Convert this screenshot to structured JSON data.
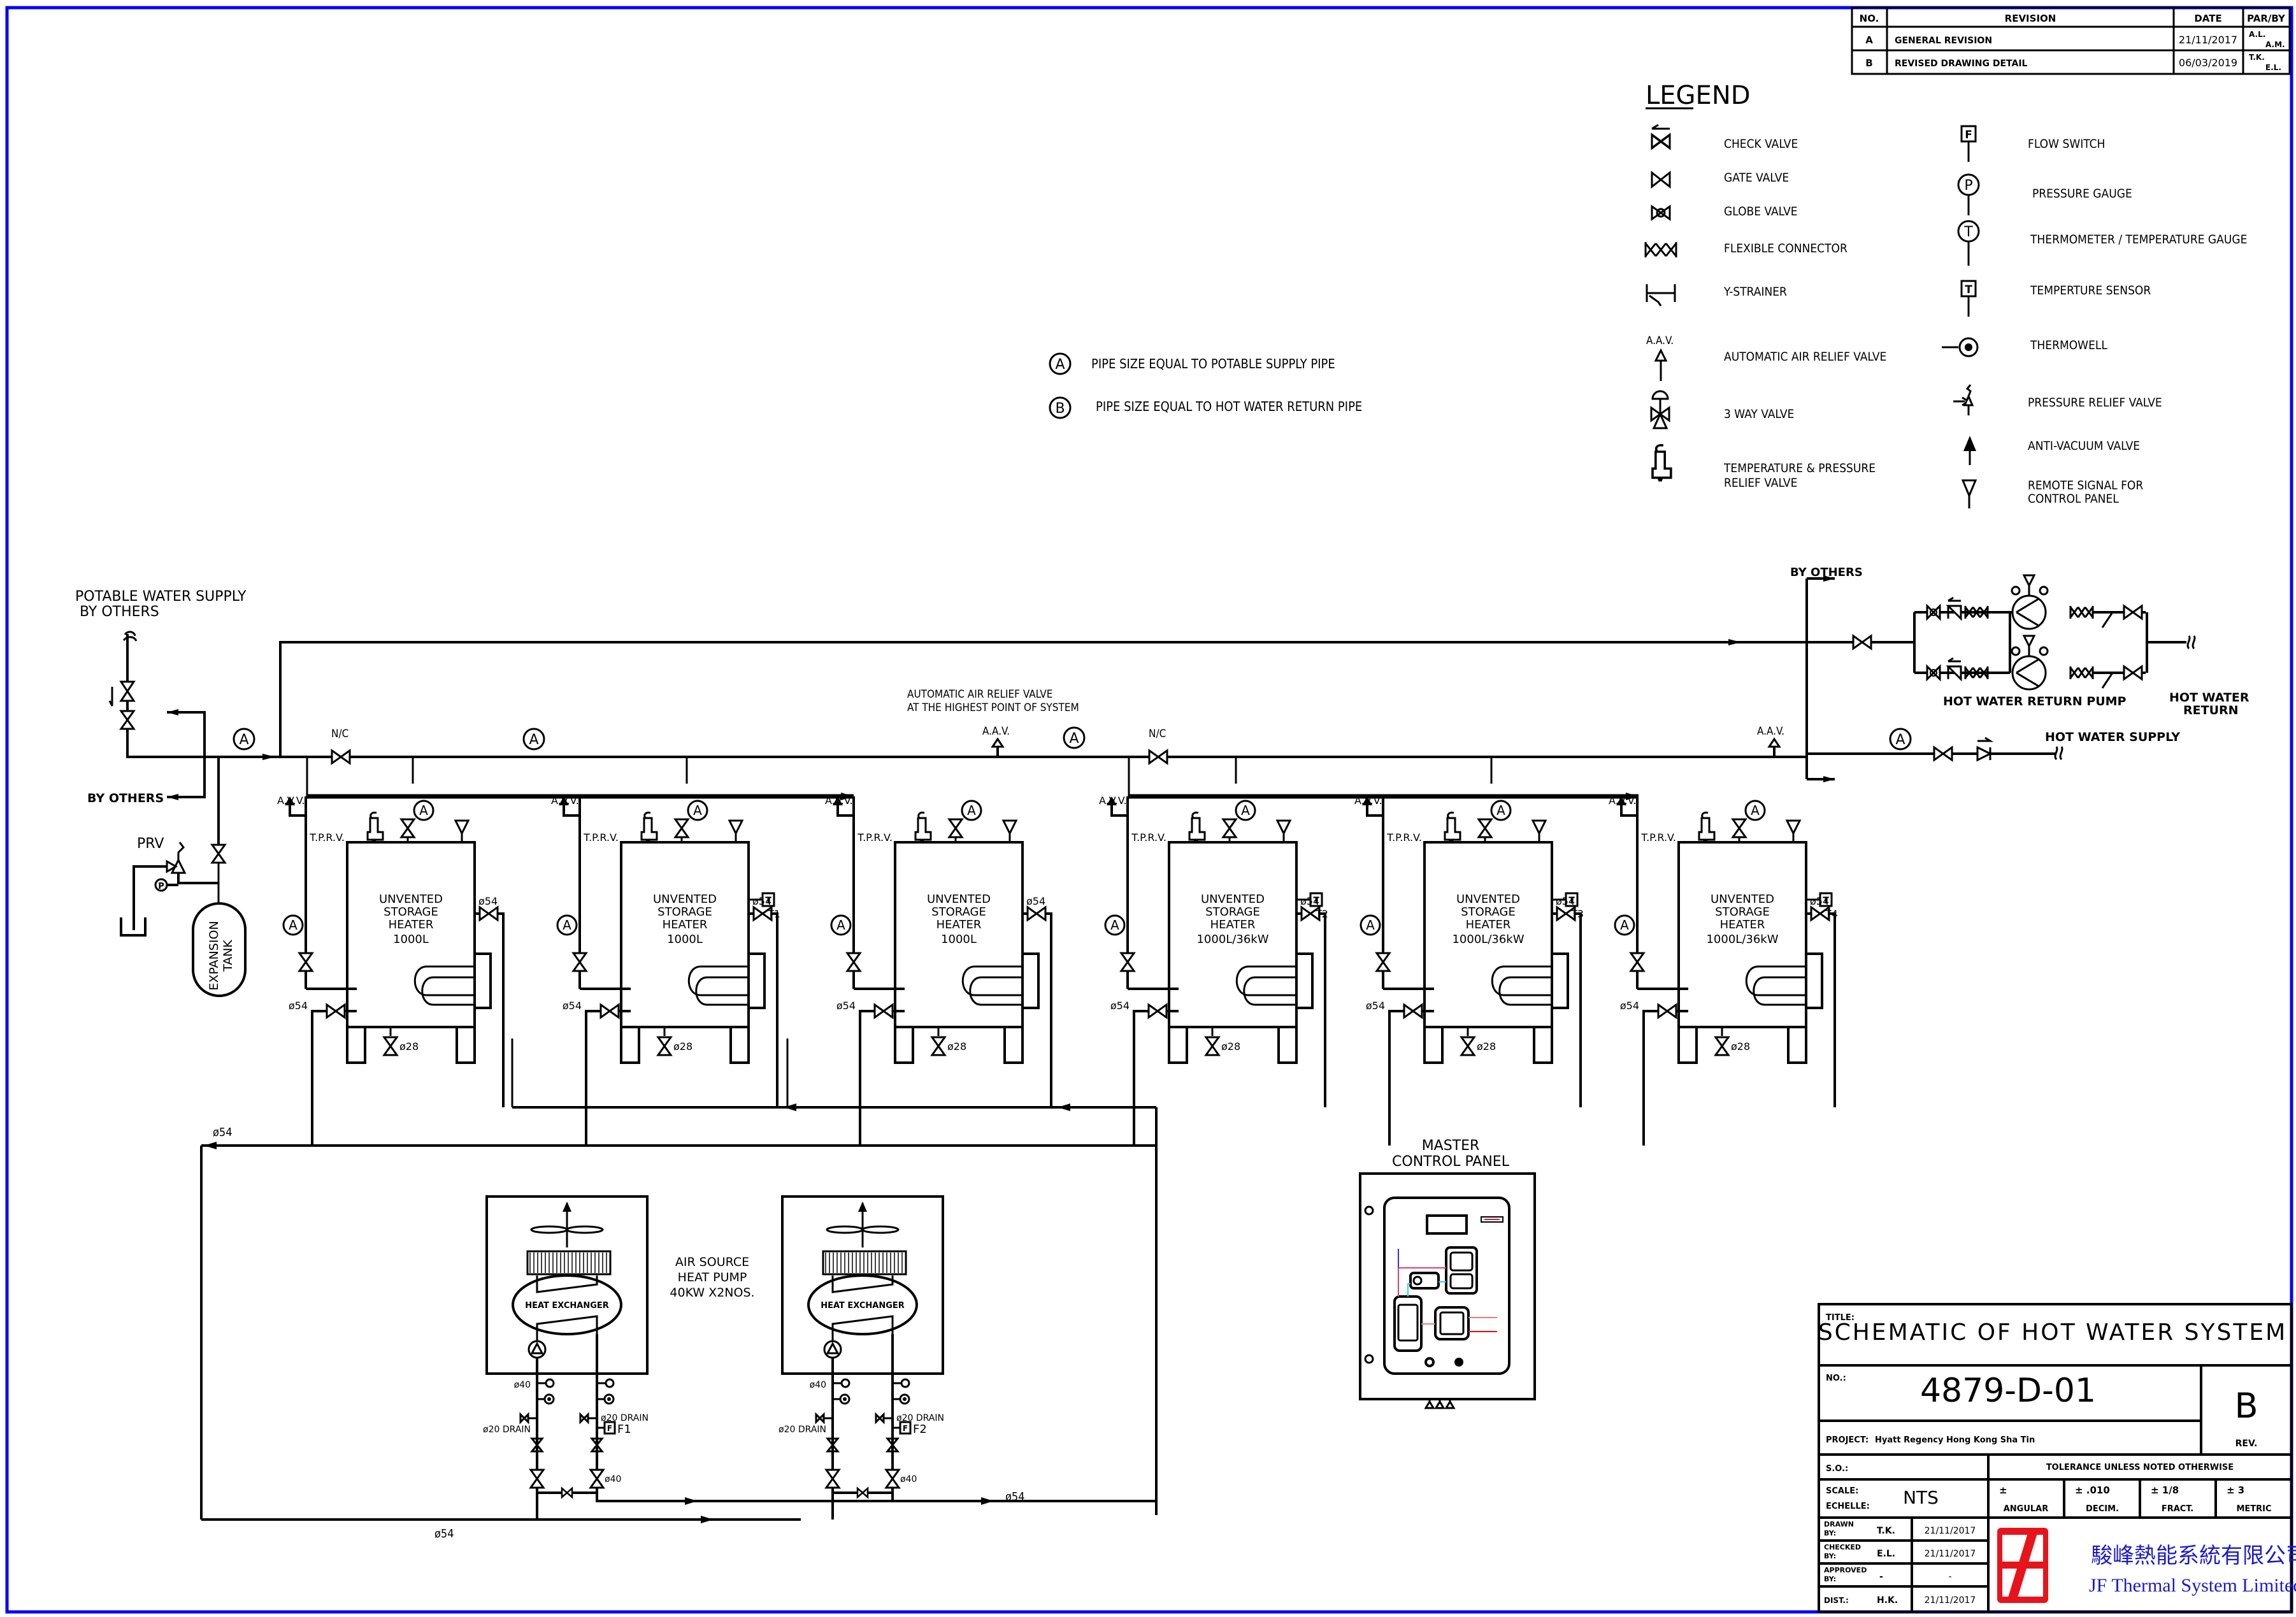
{
  "revision_table": {
    "headers": [
      "NO.",
      "REVISION",
      "DATE",
      "PAR/BY"
    ],
    "rows": [
      {
        "no": "A",
        "revision": "GENERAL REVISION",
        "date": "21/11/2017",
        "par": "A.L.",
        "by": "A.M."
      },
      {
        "no": "B",
        "revision": "REVISED DRAWING DETAIL",
        "date": "06/03/2019",
        "par": "T.K.",
        "by": "E.L."
      }
    ]
  },
  "legend": {
    "title": "LEGEND",
    "left": [
      {
        "icon": "check-valve",
        "label": "CHECK VALVE"
      },
      {
        "icon": "gate-valve",
        "label": "GATE VALVE"
      },
      {
        "icon": "globe-valve",
        "label": "GLOBE VALVE"
      },
      {
        "icon": "flexible-connector",
        "label": "FLEXIBLE CONNECTOR"
      },
      {
        "icon": "y-strainer",
        "label": "Y-STRAINER"
      },
      {
        "icon": "automatic-air-relief-valve",
        "label": "AUTOMATIC AIR RELIEF VALVE",
        "tag": "A.A.V."
      },
      {
        "icon": "3-way-valve",
        "label": "3 WAY VALVE"
      },
      {
        "icon": "tp-relief-valve",
        "label": "TEMPERATURE & PRESSURE",
        "label2": "RELIEF VALVE"
      }
    ],
    "right": [
      {
        "icon": "flow-switch",
        "label": "FLOW SWITCH",
        "glyph": "F"
      },
      {
        "icon": "pressure-gauge",
        "label": "PRESSURE GAUGE",
        "glyph": "P"
      },
      {
        "icon": "thermometer",
        "label": "THERMOMETER / TEMPERATURE GAUGE",
        "glyph": "T"
      },
      {
        "icon": "temperature-sensor",
        "label": "TEMPERTURE SENSOR",
        "glyph": "T"
      },
      {
        "icon": "thermowell",
        "label": "THERMOWELL"
      },
      {
        "icon": "pressure-relief-valve",
        "label": "PRESSURE RELIEF VALVE"
      },
      {
        "icon": "anti-vacuum-valve",
        "label": "ANTI-VACUUM VALVE"
      },
      {
        "icon": "remote-signal",
        "label": "REMOTE SIGNAL FOR",
        "label2": "CONTROL PANEL"
      }
    ]
  },
  "notes": {
    "a_symbol": "A",
    "a_text": "PIPE SIZE EQUAL TO POTABLE SUPPLY PIPE",
    "b_symbol": "B",
    "b_text": "PIPE SIZE EQUAL TO HOT WATER RETURN PIPE",
    "aav_note_1": "AUTOMATIC AIR RELIEF VALVE",
    "aav_note_2": "AT THE HIGHEST POINT OF SYSTEM"
  },
  "labels": {
    "potable_1": "POTABLE WATER SUPPLY",
    "potable_2": "BY OTHERS",
    "by_others": "BY OTHERS",
    "prv": "PRV",
    "expansion_1": "EXPANSION",
    "expansion_2": "TANK",
    "nc": "N/C",
    "aav": "A.A.V.",
    "avv": "A.V.V.",
    "tprv": "T.P.R.V.",
    "pipe_a": "A",
    "d54": "ø54",
    "d28": "ø28",
    "d40": "ø40",
    "d20_drain": "ø20 DRAIN",
    "hw_return_pump": "HOT WATER RETURN PUMP",
    "hw_return_1": "HOT WATER",
    "hw_return_2": "RETURN",
    "hw_supply": "HOT WATER SUPPLY",
    "heat_exchanger": "HEAT EXCHANGER",
    "ashp_1": "AIR SOURCE",
    "ashp_2": "HEAT PUMP",
    "ashp_3": "40KW X2NOS.",
    "mcp_1": "MASTER",
    "mcp_2": "CONTROL PANEL",
    "p": "P",
    "f": "F",
    "t": "T"
  },
  "heaters": [
    {
      "l1": "UNVENTED",
      "l2": "STORAGE",
      "l3": "HEATER",
      "cap": "1000L",
      "sensor": ""
    },
    {
      "l1": "UNVENTED",
      "l2": "STORAGE",
      "l3": "HEATER",
      "cap": "1000L",
      "sensor": "T1"
    },
    {
      "l1": "UNVENTED",
      "l2": "STORAGE",
      "l3": "HEATER",
      "cap": "1000L",
      "sensor": ""
    },
    {
      "l1": "UNVENTED",
      "l2": "STORAGE",
      "l3": "HEATER",
      "cap": "1000L/36kW",
      "sensor": "T2"
    },
    {
      "l1": "UNVENTED",
      "l2": "STORAGE",
      "l3": "HEATER",
      "cap": "1000L/36kW",
      "sensor": "T3"
    },
    {
      "l1": "UNVENTED",
      "l2": "STORAGE",
      "l3": "HEATER",
      "cap": "1000L/36kW",
      "sensor": "T4"
    }
  ],
  "heat_pumps": [
    {
      "flow_switch": "F1"
    },
    {
      "flow_switch": "F2"
    }
  ],
  "title_block": {
    "title_label": "TITLE:",
    "title": "SCHEMATIC OF  HOT WATER SYSTEM",
    "no_label": "NO.:",
    "drawing_no": "4879-D-01",
    "rev": "B",
    "rev_label": "REV.",
    "project_label": "PROJECT:",
    "project": "Hyatt Regency Hong Kong Sha Tin",
    "so_label": "S.O.:",
    "tolerance": "TOLERANCE UNLESS NOTED OTHERWISE",
    "scale_label_1": "SCALE:",
    "scale_label_2": "ECHELLE:",
    "scale": "NTS",
    "tol": [
      {
        "value": "±",
        "label": "ANGULAR"
      },
      {
        "value": "± .010",
        "label": "DECIM."
      },
      {
        "value": "± 1/8",
        "label": "FRACT."
      },
      {
        "value": "± 3",
        "label": "METRIC"
      }
    ],
    "signoffs": [
      {
        "label1": "DRAWN",
        "label2": "BY:",
        "who": "T.K.",
        "date": "21/11/2017"
      },
      {
        "label1": "CHECKED",
        "label2": "BY:",
        "who": "E.L.",
        "date": "21/11/2017"
      },
      {
        "label1": "APPROVED",
        "label2": "BY:",
        "who": "-",
        "date": "-"
      },
      {
        "label1": "DIST.:",
        "label2": "",
        "who": "H.K.",
        "date": "21/11/2017"
      }
    ],
    "company_cn": "駿峰熱能系統有限公司",
    "company_en": "JF Thermal System Limited",
    "logo_color": "#e8141b"
  },
  "colors": {
    "frame": "#0000ff",
    "line": "#000000",
    "company_text": "#1a1ad0"
  }
}
